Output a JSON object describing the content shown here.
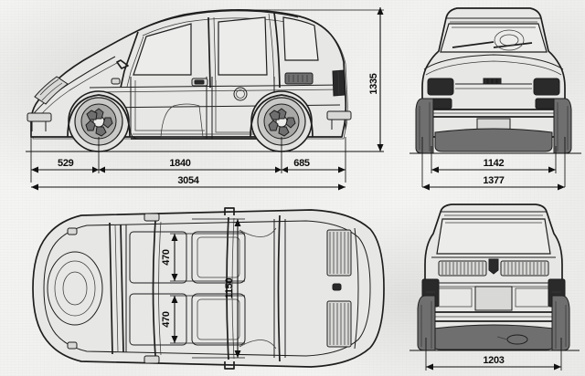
{
  "document": {
    "type": "vehicle-blueprint",
    "title": "Car dimensional blueprint",
    "description": "Four orthographic projections of a small hatchback car with dimension annotations in millimetres",
    "units": "mm"
  },
  "views": {
    "side": {
      "name": "Side elevation (left profile)"
    },
    "front": {
      "name": "Front elevation"
    },
    "plan": {
      "name": "Top / plan view"
    },
    "rear": {
      "name": "Rear elevation"
    }
  },
  "dimensions": {
    "side": {
      "front_overhang": "529",
      "wheelbase": "1840",
      "rear_overhang": "685",
      "overall_length": "3054",
      "overall_height": "1335"
    },
    "front": {
      "front_track": "1142",
      "overall_width": "1377"
    },
    "plan": {
      "front_seat_width": "470",
      "rear_seat_width": "470",
      "interior_width": "1150"
    },
    "rear": {
      "rear_track": "1203"
    }
  },
  "colors": {
    "line": "#1e1e1e",
    "paper": "#f2f2f0",
    "fill_body": "#e7e7e5",
    "fill_dark": "#2a2a2a",
    "fill_mid": "#6f6f6f"
  }
}
